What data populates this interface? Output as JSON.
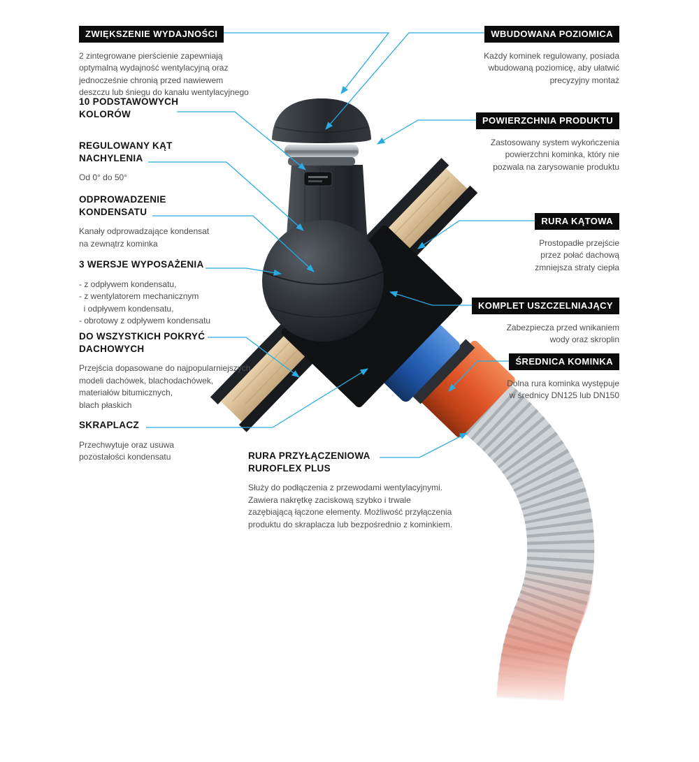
{
  "page": {
    "background": "#ffffff"
  },
  "colors": {
    "accent_leader": "#29abe2",
    "label_bar": "#0b0b0b",
    "label_bar_text": "#ffffff",
    "heading_text": "#141414",
    "body_text": "#4d4d4d",
    "product_dark": "#2b2f34",
    "coupling_blue": "#2264b8",
    "coupling_orange": "#dd5426",
    "hose_grey": "#d0d3d5",
    "roof_wood": "#d8c1a0"
  },
  "labels": {
    "zwiekszenie": {
      "heading": "ZWIĘKSZENIE WYDAJNOŚCI",
      "lines": [
        "2 zintegrowane pierścienie zapewniają",
        "optymalną wydajność wentylacyjną oraz",
        "jednocześnie chronią przed nawiewem",
        "deszczu lub śniegu do kanału wentylacyjnego"
      ]
    },
    "kolory": {
      "heading": [
        "10 PODSTAWOWYCH",
        "KOLORÓW"
      ]
    },
    "regulowany": {
      "heading": [
        "REGULOWANY KĄT",
        "NACHYLENIA"
      ],
      "lines": [
        "Od 0° do 50°"
      ]
    },
    "odprowadzenie": {
      "heading": [
        "ODPROWADZENIE",
        "KONDENSATU"
      ],
      "lines": [
        "Kanały odprowadzające kondensat",
        "na zewnątrz kominka"
      ]
    },
    "wersje": {
      "heading": "3 WERSJE WYPOSAŻENIA",
      "lines": [
        "- z odpływem kondensatu,",
        "- z wentylatorem mechanicznym",
        "  i odpływem kondensatu,",
        "- obrotowy z odpływem kondensatu"
      ]
    },
    "pokrycia": {
      "heading": [
        "DO WSZYSTKICH POKRYĆ",
        "DACHOWYCH"
      ],
      "lines": [
        "Przejścia dopasowane do najpopularniejszych",
        "modeli dachówek, blachodachówek,",
        "materiałów bitumicznych,",
        "blach płaskich"
      ]
    },
    "skraplacz": {
      "heading": "SKRAPLACZ",
      "lines": [
        "Przechwytuje oraz usuwa",
        "pozostałości kondensatu"
      ]
    },
    "ruroflex": {
      "heading": [
        "RURA PRZYŁĄCZENIOWA",
        "RUROFLEX PLUS"
      ],
      "lines": [
        "Służy do podłączenia z przewodami wentylacyjnymi.",
        "Zawiera nakrętkę zaciskową szybko i trwale",
        "zazębiającą łączone elementy. Możliwość przyłączenia",
        "produktu do skraplacza lub bezpośrednio z kominkiem."
      ]
    },
    "poziomica": {
      "heading": "WBUDOWANA POZIOMICA",
      "lines": [
        "Każdy kominek regulowany, posiada",
        "wbudowaną poziomicę, aby ułatwić",
        "precyzyjny montaż"
      ]
    },
    "powierzchnia": {
      "heading": "POWIERZCHNIA PRODUKTU",
      "lines": [
        "Zastosowany system wykończenia",
        "powierzchni kominka, który nie",
        "pozwala na zarysowanie produktu"
      ]
    },
    "rura_katowa": {
      "heading": "RURA KĄTOWA",
      "lines": [
        "Prostopadłe przejście",
        "przez połać dachową",
        "zmniejsza straty ciepła"
      ]
    },
    "komplet": {
      "heading": "KOMPLET USZCZELNIAJĄCY",
      "lines": [
        "Zabezpiecza przed wnikaniem",
        "wody oraz skroplin"
      ]
    },
    "srednica": {
      "heading": "ŚREDNICA KOMINKA",
      "lines": [
        "Dolna rura kominka występuje",
        "w średnicy DN125 lub DN150"
      ]
    }
  }
}
